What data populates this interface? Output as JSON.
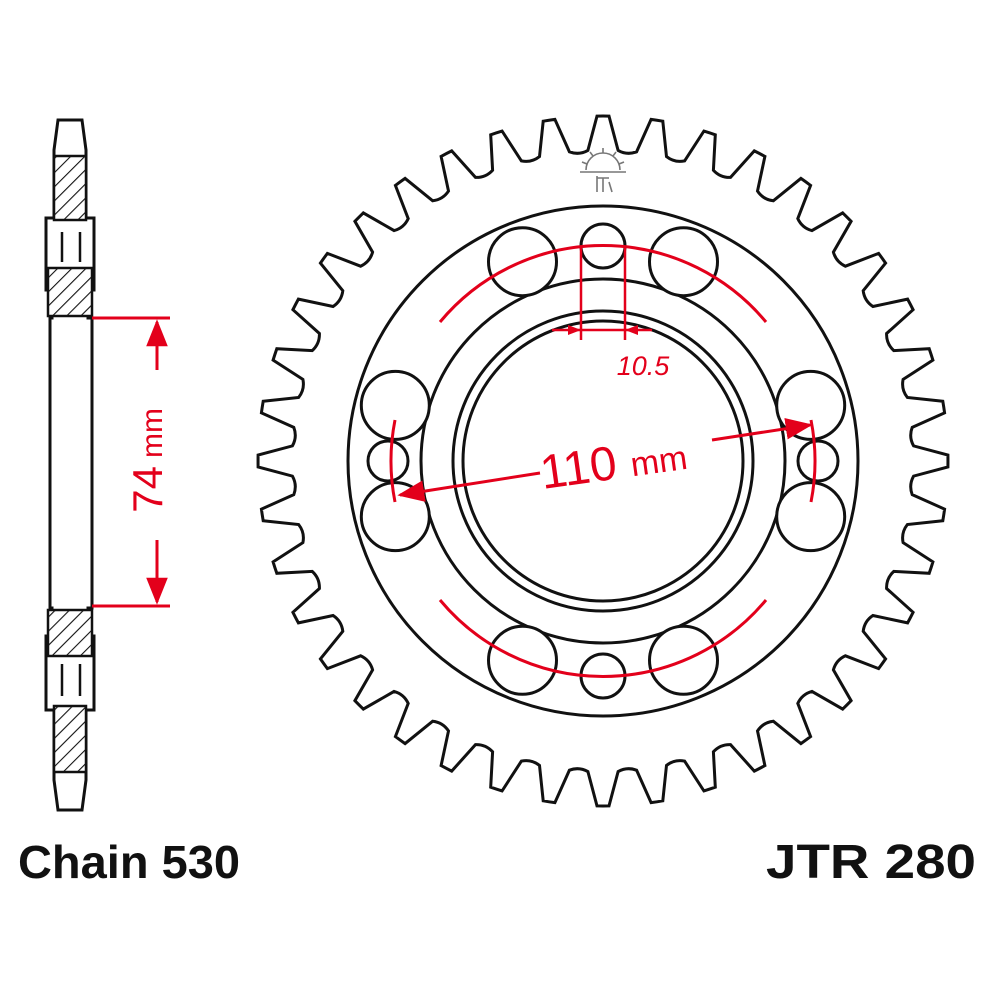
{
  "colors": {
    "outline": "#111111",
    "dimension": "#e3001b",
    "background": "#ffffff"
  },
  "sprocket": {
    "teeth": 40
  },
  "dimensions": {
    "hub_height_value": "74",
    "hub_height_unit": "mm",
    "pcd_value": "110",
    "pcd_unit": "mm",
    "bolt_hole_value": "10.5"
  },
  "labels": {
    "chain": "Chain 530",
    "part_number": "JTR 280"
  },
  "icons": {
    "logo": "sprocket-logo-icon"
  }
}
